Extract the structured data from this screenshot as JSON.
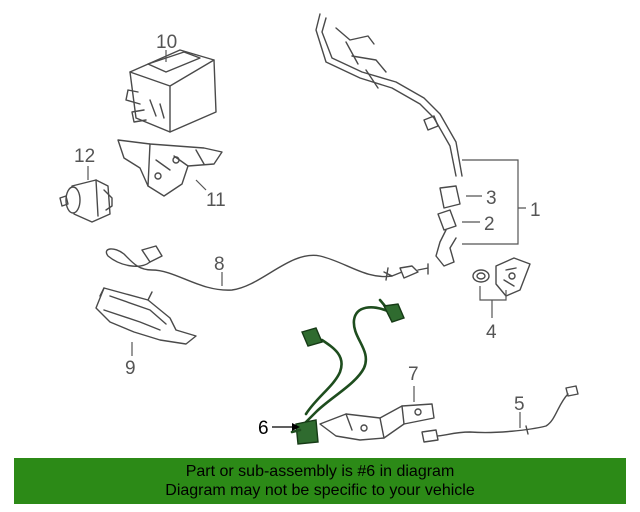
{
  "diagram": {
    "highlight_color": "#2c8a17",
    "callouts": {
      "c1": "1",
      "c2": "2",
      "c3": "3",
      "c4": "4",
      "c5": "5",
      "c6": "6",
      "c7": "7",
      "c8": "8",
      "c9": "9",
      "c10": "10",
      "c11": "11",
      "c12": "12"
    }
  },
  "banner": {
    "line1": "Part or sub-assembly is #6 in diagram",
    "line2": "Diagram may not be specific to your vehicle",
    "background": "#2c8a17"
  }
}
